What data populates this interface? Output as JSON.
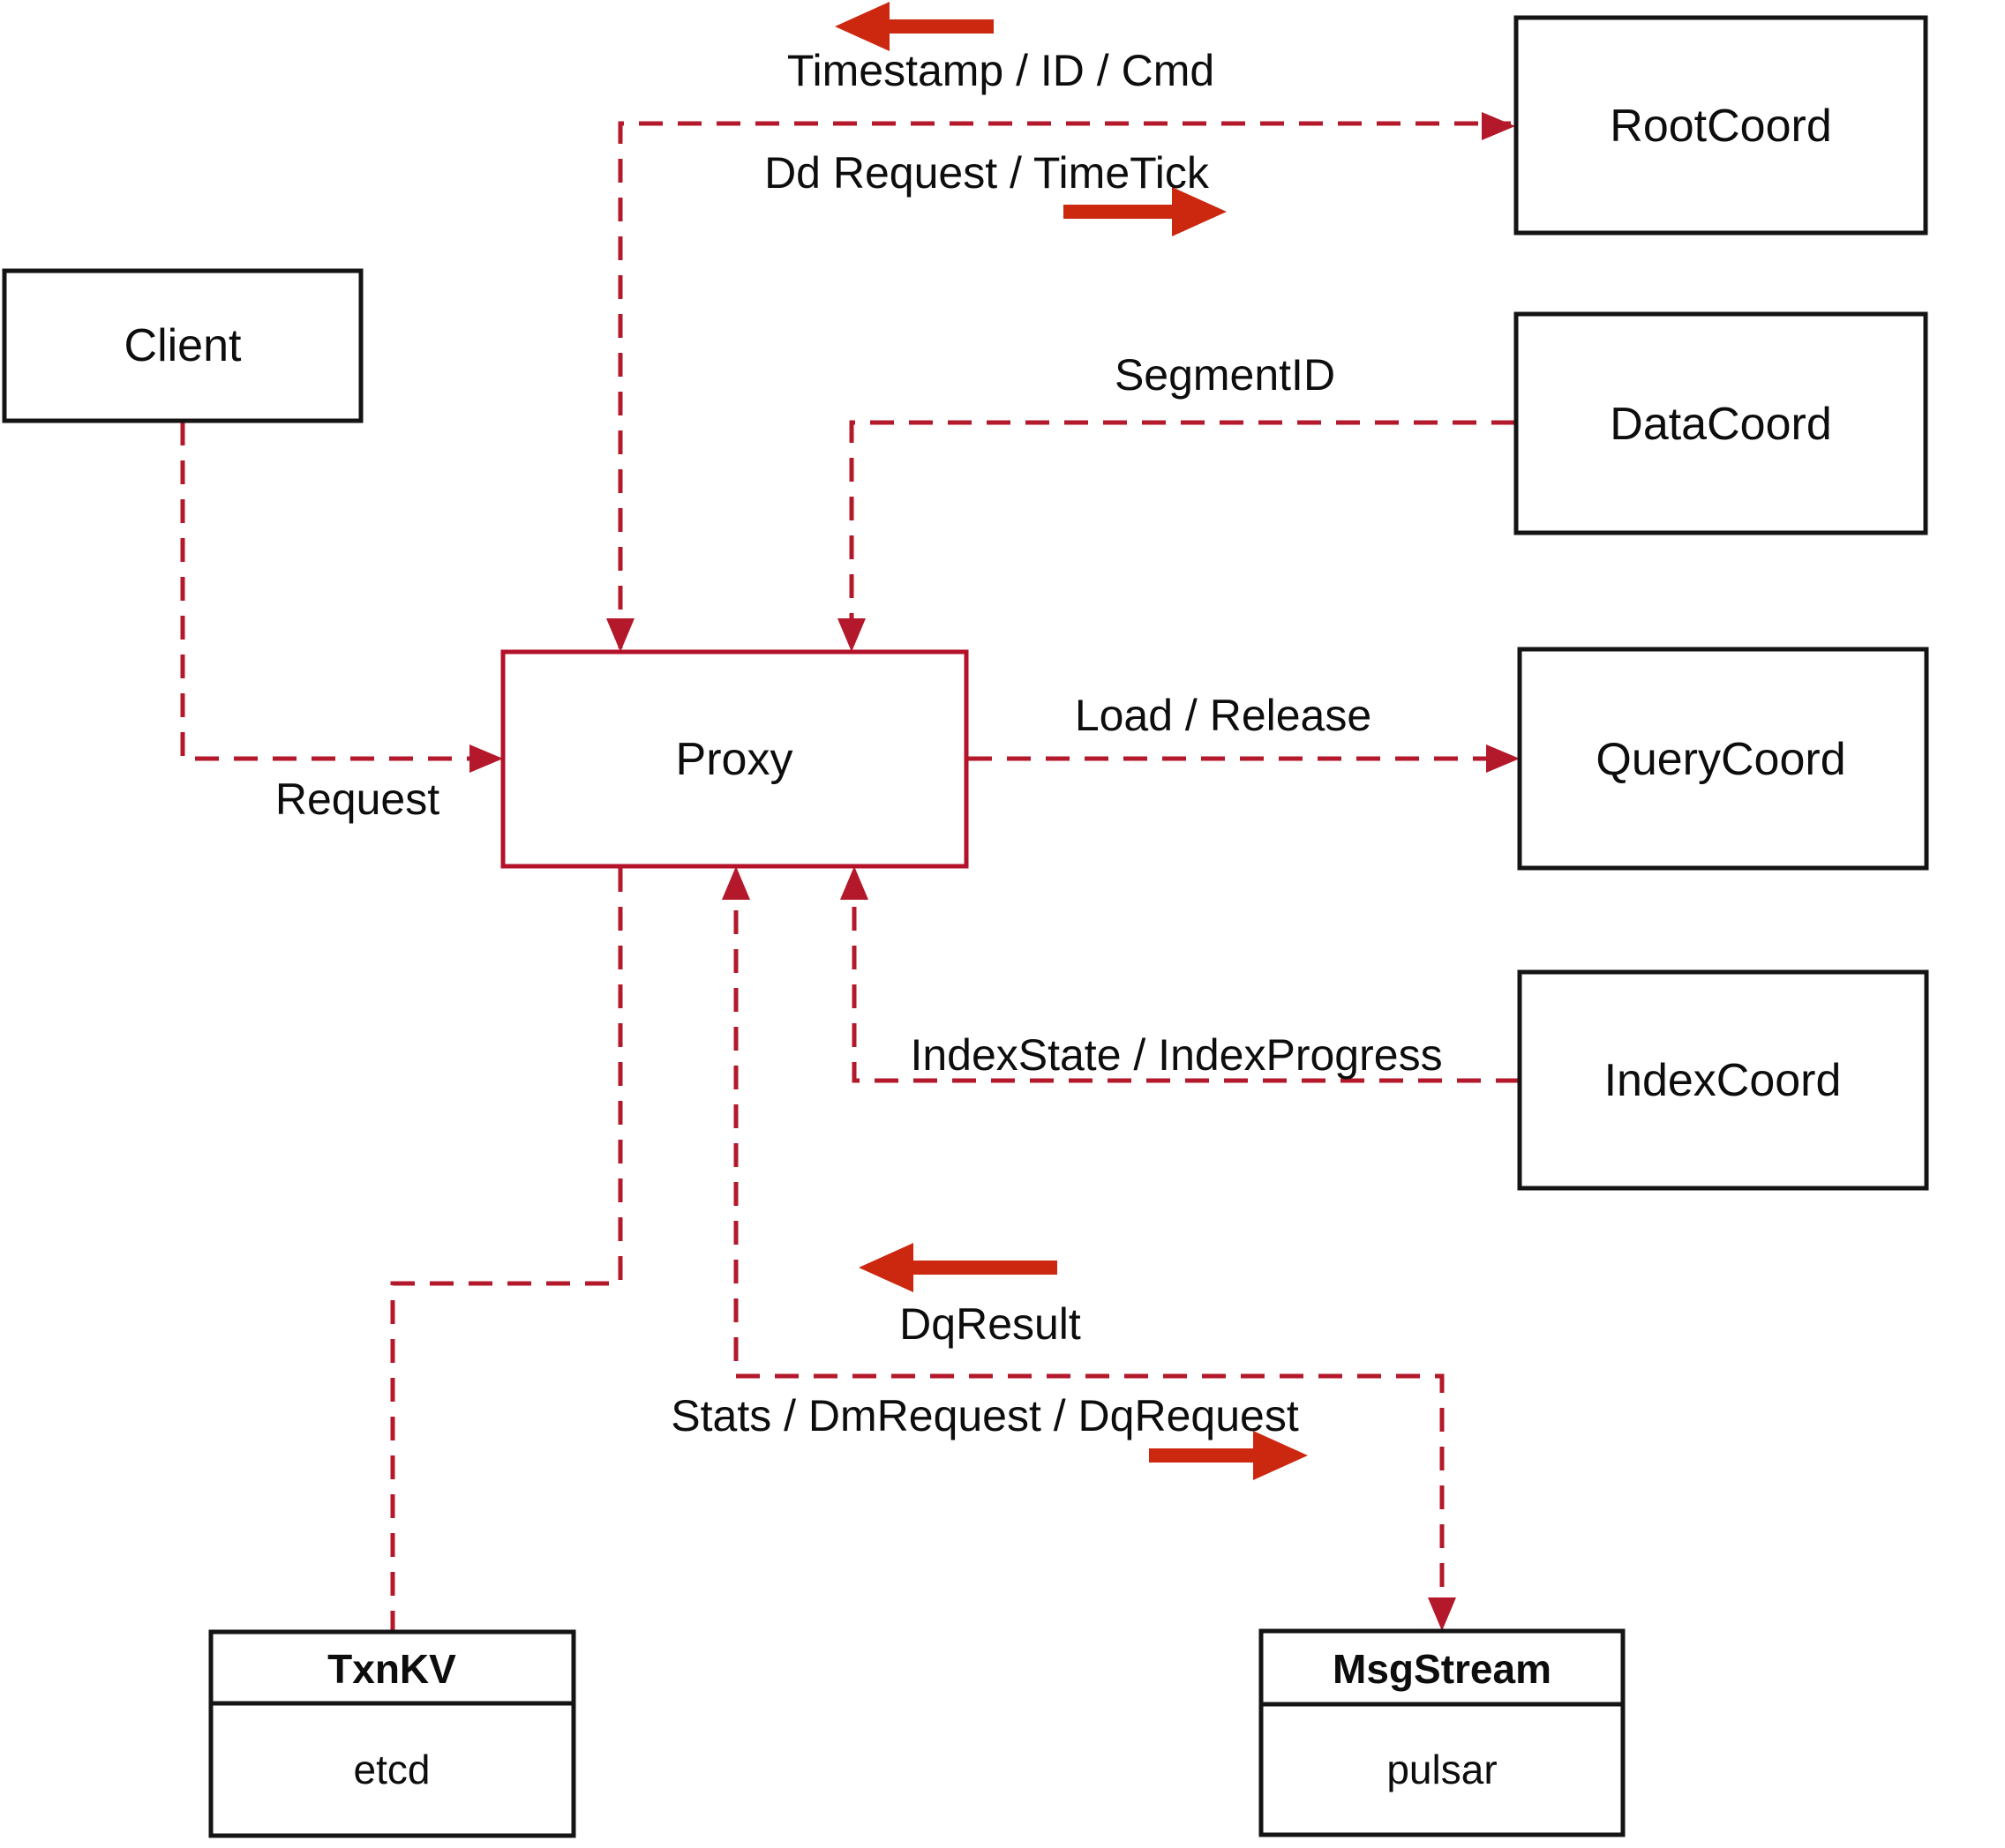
{
  "colors": {
    "connector_red": "#b4182b",
    "arrow_red": "#cc2810",
    "proxy_red": "#b4122a",
    "box_border": "#141414",
    "text_black": "#0d0d0d",
    "background": "#ffffff"
  },
  "nodes": {
    "client": {
      "label": "Client"
    },
    "proxy": {
      "label": "Proxy"
    },
    "rootcoord": {
      "label": "RootCoord"
    },
    "datacoord": {
      "label": "DataCoord"
    },
    "querycoord": {
      "label": "QueryCoord"
    },
    "indexcoord": {
      "label": "IndexCoord"
    },
    "txnkv": {
      "title": "TxnKV",
      "subtitle": "etcd"
    },
    "msgstream": {
      "title": "MsgStream",
      "subtitle": "pulsar"
    }
  },
  "edges": [
    {
      "from": "Client",
      "to": "Proxy",
      "label": "Request"
    },
    {
      "from": "RootCoord",
      "to": "Proxy",
      "label": "Timestamp / ID / Cmd"
    },
    {
      "from": "Proxy",
      "to": "RootCoord",
      "label": "Dd Request / TimeTick"
    },
    {
      "from": "DataCoord",
      "to": "Proxy",
      "label": "SegmentID"
    },
    {
      "from": "Proxy",
      "to": "QueryCoord",
      "label": "Load / Release"
    },
    {
      "from": "IndexCoord",
      "to": "Proxy",
      "label": "IndexState / IndexProgress"
    },
    {
      "from": "Proxy",
      "to": "TxnKV",
      "label": ""
    },
    {
      "from": "Proxy",
      "to": "MsgStream",
      "label": "Stats / DmRequest / DqRequest"
    },
    {
      "from": "MsgStream",
      "to": "Proxy",
      "label": "DqResult"
    }
  ]
}
